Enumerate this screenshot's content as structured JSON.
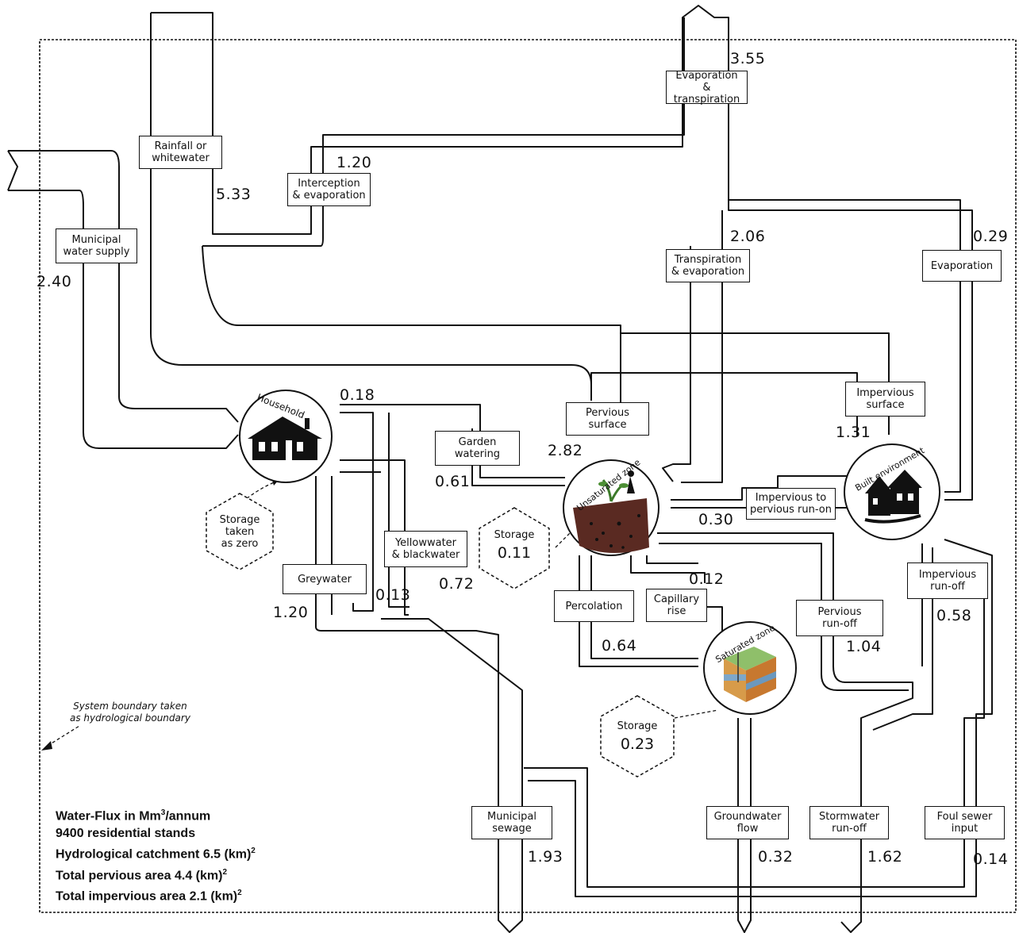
{
  "labels": {
    "rainfall": "Rainfall or\nwhitewater",
    "municipal_supply": "Municipal\nwater supply",
    "interception": "Interception\n& evaporation",
    "evap_transp_top": "Evaporation\n& transpiration",
    "transp_evap": "Transpiration\n& evaporation",
    "evaporation": "Evaporation",
    "pervious_surface": "Pervious\nsurface",
    "impervious_surface": "Impervious\nsurface",
    "garden_watering": "Garden\nwatering",
    "imperv_to_perv": "Impervious to\npervious run-on",
    "greywater": "Greywater",
    "yellow_black": "Yellowwater\n& blackwater",
    "percolation": "Percolation",
    "capillary": "Capillary\nrise",
    "pervious_runoff": "Pervious\nrun-off",
    "impervious_runoff": "Impervious\nrun-off",
    "municipal_sewage": "Municipal\nsewage",
    "groundwater_flow": "Groundwater\nflow",
    "stormwater_runoff": "Stormwater\nrun-off",
    "foul_sewer": "Foul sewer\ninput"
  },
  "values": {
    "v355": "3.55",
    "v120a": "1.20",
    "v533": "5.33",
    "v240": "2.40",
    "v206": "2.06",
    "v029": "0.29",
    "v018": "0.18",
    "v282": "2.82",
    "v131": "1.31",
    "v061": "0.61",
    "v030": "0.30",
    "v013": "0.13",
    "v072": "0.72",
    "v120b": "1.20",
    "v012": "0.12",
    "v064": "0.64",
    "v058": "0.58",
    "v104": "1.04",
    "v193": "1.93",
    "v032": "0.32",
    "v162": "1.62",
    "v014": "0.14"
  },
  "storage": {
    "household_label": "Storage\ntaken\nas zero",
    "unsat_label": "Storage",
    "unsat_value": "0.11",
    "sat_label": "Storage",
    "sat_value": "0.23"
  },
  "nodes": {
    "household": "Household",
    "unsaturated": "Unsaturated zone",
    "built": "Built environment",
    "saturated": "Saturated zone"
  },
  "note": "System boundary taken\nas hydrological boundary",
  "legend": {
    "line1_pre": "Water-Flux in Mm",
    "line1_sup": "3",
    "line1_post": "/annum",
    "line2": "9400 residential stands",
    "line3_pre": "Hydrological catchment 6.5 (km)",
    "line3_sup": "2",
    "line4_pre": "Total pervious area 4.4 (km)",
    "line4_sup": "2",
    "line5_pre": "Total impervious area 2.1 (km)",
    "line5_sup": "2"
  }
}
